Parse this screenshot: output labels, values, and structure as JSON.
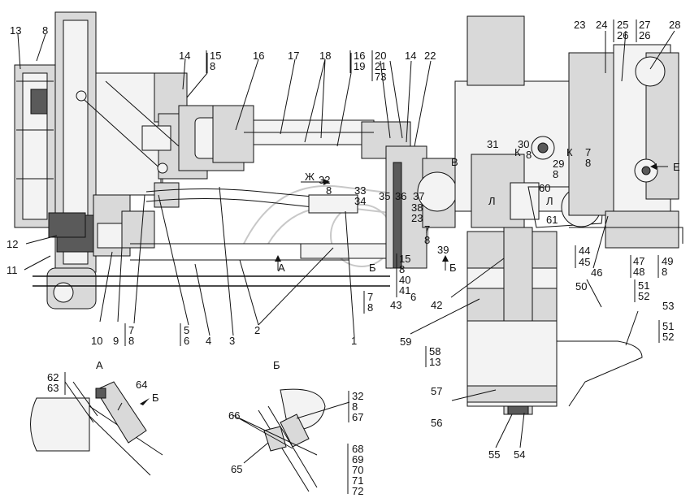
{
  "labels": {
    "l1": "1",
    "l2": "2",
    "l3": "3",
    "l4": "4",
    "l5": "5",
    "l6": "6",
    "l7": "7",
    "l8": "8",
    "l9": "9",
    "l10": "10",
    "l11": "11",
    "l12": "12",
    "l13": "13",
    "l14": "14",
    "l15": "15",
    "l16": "16",
    "l17": "17",
    "l18": "18",
    "l19": "19",
    "l20": "20",
    "l21": "21",
    "l22": "22",
    "l23": "23",
    "l24": "24",
    "l25": "25",
    "l26": "26",
    "l27": "27",
    "l28": "28",
    "l29": "29",
    "l30": "30",
    "l31": "31",
    "l32": "32",
    "l33": "33",
    "l34": "34",
    "l35": "35",
    "l36": "36",
    "l37": "37",
    "l38": "38",
    "l39": "39",
    "l40": "40",
    "l41": "41",
    "l42": "42",
    "l43": "43",
    "l44": "44",
    "l45": "45",
    "l46": "46",
    "l47": "47",
    "l48": "48",
    "l49": "49",
    "l50": "50",
    "l51": "51",
    "l52": "52",
    "l53": "53",
    "l54": "54",
    "l55": "55",
    "l56": "56",
    "l57": "57",
    "l58": "58",
    "l59": "59",
    "l60": "60",
    "l61": "61",
    "l62": "62",
    "l63": "63",
    "l64": "64",
    "l65": "65",
    "l66": "66",
    "l67": "67",
    "l68": "68",
    "l69": "69",
    "l70": "70",
    "l71": "71",
    "l72": "72",
    "l73": "73"
  },
  "letters": {
    "A": "А",
    "B": "Б",
    "V": "В",
    "K": "К",
    "L": "Л",
    "Zh": "Ж",
    "E": "Е"
  },
  "views": {
    "view_a_title": "А",
    "view_b_title": "Б"
  }
}
